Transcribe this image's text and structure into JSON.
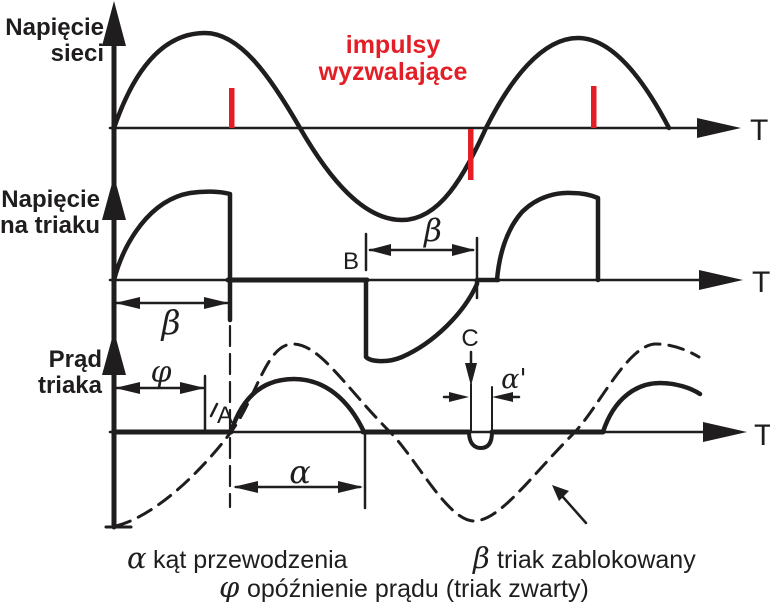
{
  "colors": {
    "ink": "#1f1d1d",
    "impulse_red": "#e41e26"
  },
  "plots": {
    "mains": {
      "label_line1": "Napięcie",
      "label_line2": "sieci",
      "axis_t": "T"
    },
    "impulses": {
      "caption_line1": "impulsy",
      "caption_line2": "wyzwalające"
    },
    "triac_voltage": {
      "label_line1": "Napięcie",
      "label_line2": "na triaku",
      "axis_t": "T",
      "beta_left": "β",
      "beta_right": "β",
      "point_b": "B"
    },
    "triac_current": {
      "label_line1": "Prąd",
      "label_line2": "triaka",
      "axis_t": "T",
      "phi": "φ",
      "alpha": "α",
      "alpha_prime": "α'",
      "point_a": "A",
      "point_c": "C"
    }
  },
  "legend": {
    "alpha": {
      "symbol": "α",
      "text": "kąt przewodzenia"
    },
    "beta": {
      "symbol": "β",
      "text": "triak zablokowany"
    },
    "phi": {
      "symbol": "φ",
      "text": "opóźnienie prądu (triak zwarty)"
    }
  }
}
